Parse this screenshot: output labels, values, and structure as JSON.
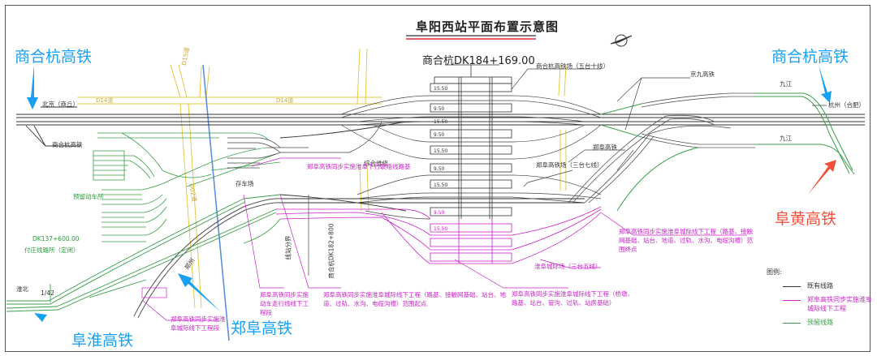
{
  "title": "阜阳西站平面布置示意图",
  "mileage_label": "商合杭DK184+169.00",
  "colors": {
    "existing": "#333333",
    "magenta": "#cc22cc",
    "reserved": "#3aa04a",
    "road": "#e6c84a",
    "river": "#5b8fe0",
    "annotation_blue": "#1aa0f0",
    "annotation_red": "#f0503c",
    "title_underline": "#d83030"
  },
  "annotations": {
    "top_left": "商合杭高铁",
    "top_right": "商合杭高铁",
    "bottom_left": "阜淮高铁",
    "bottom_center": "郑阜高铁",
    "right": "阜黄高铁"
  },
  "labels": {
    "beijing": "北京（商丘）",
    "hangzhou": "杭州（合肥）",
    "shanghehang_rail": "商合杭高铁",
    "jingjiu_rail": "京九高铁",
    "jiujiang_top": "九江",
    "jiujiang_bottom": "九江",
    "zhengfu_rail": "郑阜高铁",
    "shanghehang_yard": "商合杭高铁场（五台十线）",
    "zhengfu_yard": "郑阜高铁场（三台七线）",
    "huaifu_yard": "淮阜城际场（三台五线）",
    "storage_yard": "存车场",
    "maintenance": "综合维修",
    "reserved_emu": "预留动车所",
    "fuzhuang_km": "DK137+600.00",
    "fuzhuang_station": "付庄线路所（定闭）",
    "huaibei": "淮北",
    "gradient": "1/42",
    "road_d14": "D14道",
    "road_d14b": "D14道",
    "road_d15": "D15道",
    "road_d02": "D02道",
    "zhengzhou": "郑州",
    "boundary_line1": "线站分界",
    "boundary_line2": "商合杭DK182+800"
  },
  "magenta_notes": [
    "郑阜高铁同步实施淮阜下行联络线路基",
    "郑阜高铁同步实施动车走行线线下工程段",
    "郑阜高铁同步实施淮阜城际线下工程（路基、接触网基础、站台、地道、过轨、水沟、电缆沟槽）范围起点",
    "郑阜高铁同步实施淮阜城际线下工程（路基、接触网基础、站台、地道、过轨、水沟、电缆沟槽）范围终点",
    "郑阜高铁同步实施淮阜城际线下工程（桥墩、路基、站台、管沟、过轨、站房基础）",
    "郑阜高铁同步实施淮阜城际线下工程段"
  ],
  "legend": {
    "title": "图例:",
    "items": [
      {
        "label": "既有线路",
        "color": "#333333"
      },
      {
        "label": "郑阜高铁同步实施淮阜城际线下工程",
        "color": "#cc22cc"
      },
      {
        "label": "预留线路",
        "color": "#3aa04a"
      }
    ]
  },
  "platform_values": [
    "15.50",
    "9.50",
    "15.50",
    "9.50",
    "15.50",
    "9.50",
    "15.50",
    "9.50",
    "15.50"
  ]
}
